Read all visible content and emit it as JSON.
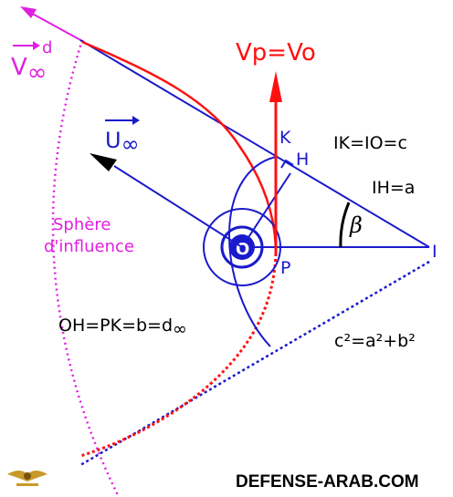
{
  "colors": {
    "blue": "#1a1acc",
    "red": "#ff1010",
    "magenta": "#e020e0",
    "black": "#000000"
  },
  "labels": {
    "vp_vo": "Vp=Vo",
    "u_main": "U",
    "u_sub": "∞",
    "v_main": "V",
    "v_sub": "∞",
    "v_sup": "d",
    "k": "K",
    "h": "H",
    "o": "O",
    "p": "P",
    "i": "I",
    "beta": "β",
    "ik_io_c": "IK=IO=c",
    "ih_a": "IH=a",
    "oh_pk_main": "OH=PK=b=d",
    "oh_pk_sub": "∞",
    "c_squared": "c²=a²+b²",
    "sphere_line1": "Sphère",
    "sphere_line2": "d'influence",
    "footer": "DEFENSE-ARAB.COM"
  },
  "icons": {
    "logo": "eagle-emblem-icon",
    "vp_arrow": "arrow-up-icon",
    "u_arrow": "arrow-up-left-icon",
    "v_arrow": "arrow-up-left-icon"
  }
}
